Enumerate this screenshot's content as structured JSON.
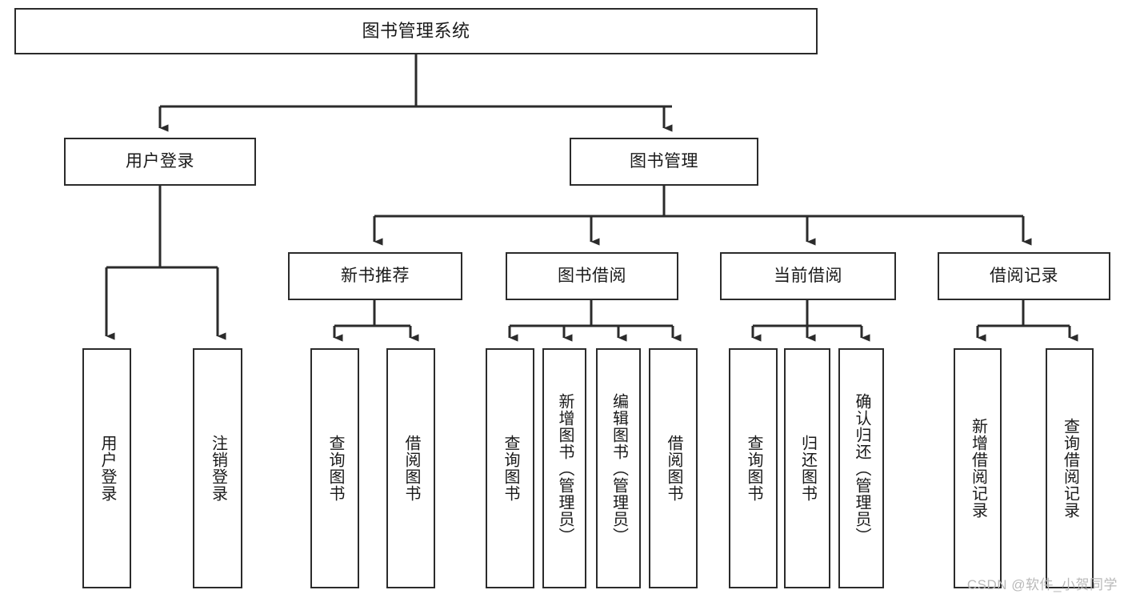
{
  "diagram": {
    "title": "图书管理系统",
    "watermark": "CSDN @软件_小贺同学",
    "stroke_color": "#2b2b2b",
    "background_color": "#ffffff",
    "root": {
      "label": "图书管理系统"
    },
    "level1": [
      {
        "label": "用户登录"
      },
      {
        "label": "图书管理"
      }
    ],
    "level2": [
      {
        "label": "新书推荐"
      },
      {
        "label": "图书借阅"
      },
      {
        "label": "当前借阅"
      },
      {
        "label": "借阅记录"
      }
    ],
    "leaves": {
      "user_login": [
        {
          "label": "用户登录"
        },
        {
          "label": "注销登录"
        }
      ],
      "new_book_recommend": [
        {
          "label": "查询图书"
        },
        {
          "label": "借阅图书"
        }
      ],
      "book_borrow": [
        {
          "label": "查询图书"
        },
        {
          "label": "新增图书（管理员）"
        },
        {
          "label": "编辑图书（管理员）"
        },
        {
          "label": "借阅图书"
        }
      ],
      "current_borrow": [
        {
          "label": "查询图书"
        },
        {
          "label": "归还图书"
        },
        {
          "label": "确认归还（管理员）"
        }
      ],
      "borrow_record": [
        {
          "label": "新增借阅记录"
        },
        {
          "label": "查询借阅记录"
        }
      ]
    }
  }
}
